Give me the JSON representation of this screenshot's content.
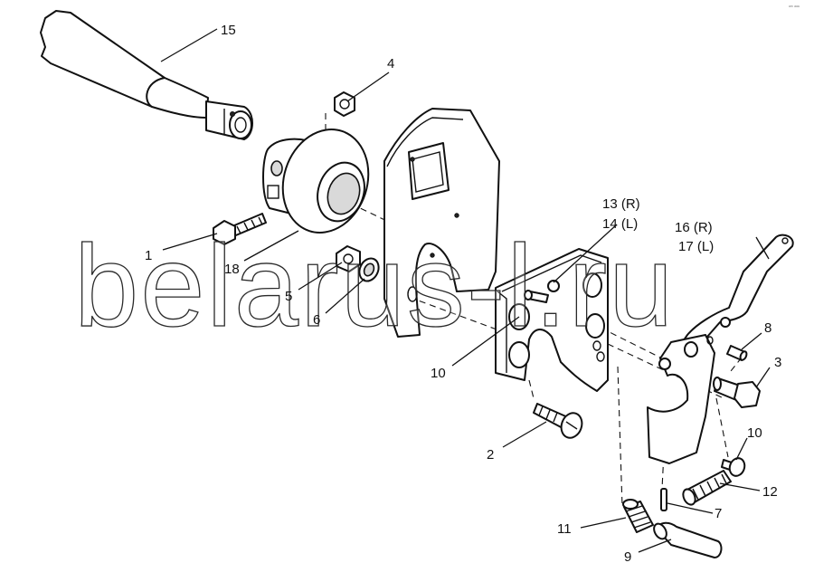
{
  "watermark": "belarus-l.ru",
  "corner_mark": "ᵃᵐ ᵃᵃᵃ",
  "callouts": {
    "c1": "1",
    "c2": "2",
    "c3": "3",
    "c4": "4",
    "c5": "5",
    "c6": "6",
    "c7": "7",
    "c8": "8",
    "c9": "9",
    "c10a": "10",
    "c10b": "10",
    "c11": "11",
    "c12": "12",
    "c13": "13 (R)",
    "c14": "14 (L)",
    "c15": "15",
    "c16": "16 (R)",
    "c17": "17 (L)",
    "c18": "18"
  }
}
